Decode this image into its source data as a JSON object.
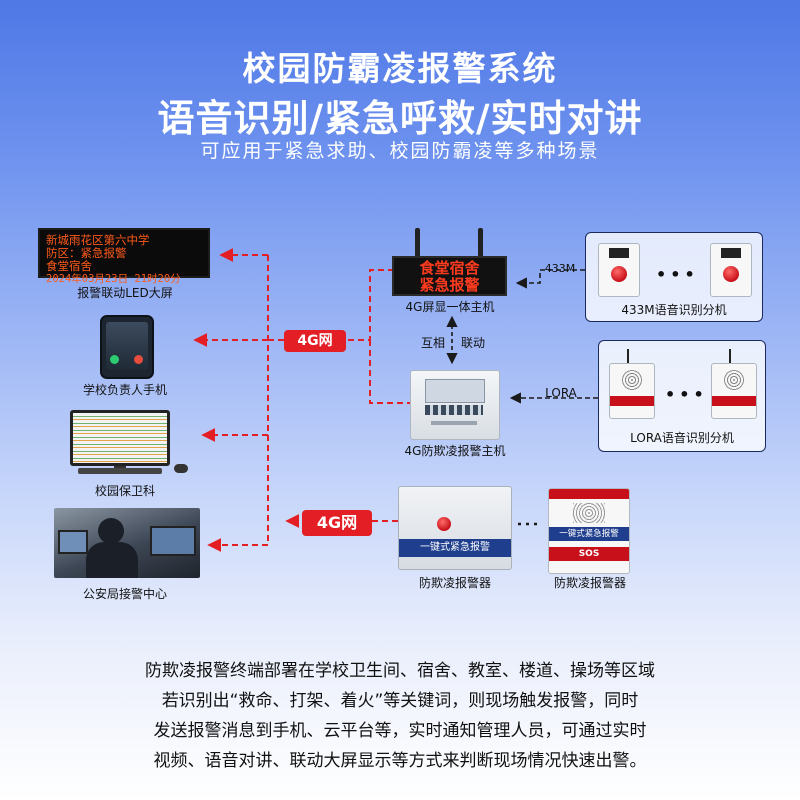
{
  "title_line1": "校园防霸凌报警系统",
  "title_line2": "语音识别/紧急呼救/实时对讲",
  "subtitle": "可应用于紧急求助、校园防霸凌等多种场景",
  "left_devices": {
    "led_screen": {
      "lines": [
        "新城雨花区第六中学",
        "防区：紧急报警",
        "食堂宿舍",
        "2024年03月23日 21时20分"
      ],
      "caption": "报警联动LED大屏"
    },
    "phone": {
      "caption": "学校负责人手机"
    },
    "monitor": {
      "caption": "校园保卫科"
    },
    "police": {
      "caption": "公安局接警中心"
    }
  },
  "network_badge": "4G网",
  "network_badge_bottom": "4G网",
  "display_host": {
    "led_line1": "食堂宿舍",
    "led_line2": "紧急报警",
    "caption": "4G屏显一体主机"
  },
  "link_label_left": "互相",
  "link_label_right": "联动",
  "alarm_host": {
    "caption": "4G防欺凌报警主机"
  },
  "group_433": {
    "link_label": "433M",
    "caption": "433M语音识别分机"
  },
  "group_lora": {
    "link_label": "LORA",
    "caption": "LORA语音识别分机"
  },
  "bottom_devices": {
    "box_alarm": {
      "label": "一键式紧急报警",
      "caption": "防欺凌报警器"
    },
    "wall_alarm": {
      "label": "一键式紧急报警",
      "sos": "SOS",
      "caption": "防欺凌报警器"
    }
  },
  "description_lines": [
    "防欺凌报警终端部署在学校卫生间、宿舍、教室、楼道、操场等区域",
    "若识别出“救命、打架、着火”等关键词，则现场触发报警，同时",
    "发送报警消息到手机、云平台等，实时通知管理人员，可通过实时",
    "视频、语音对讲、联动大屏显示等方式来判断现场情况快速出警。"
  ]
}
